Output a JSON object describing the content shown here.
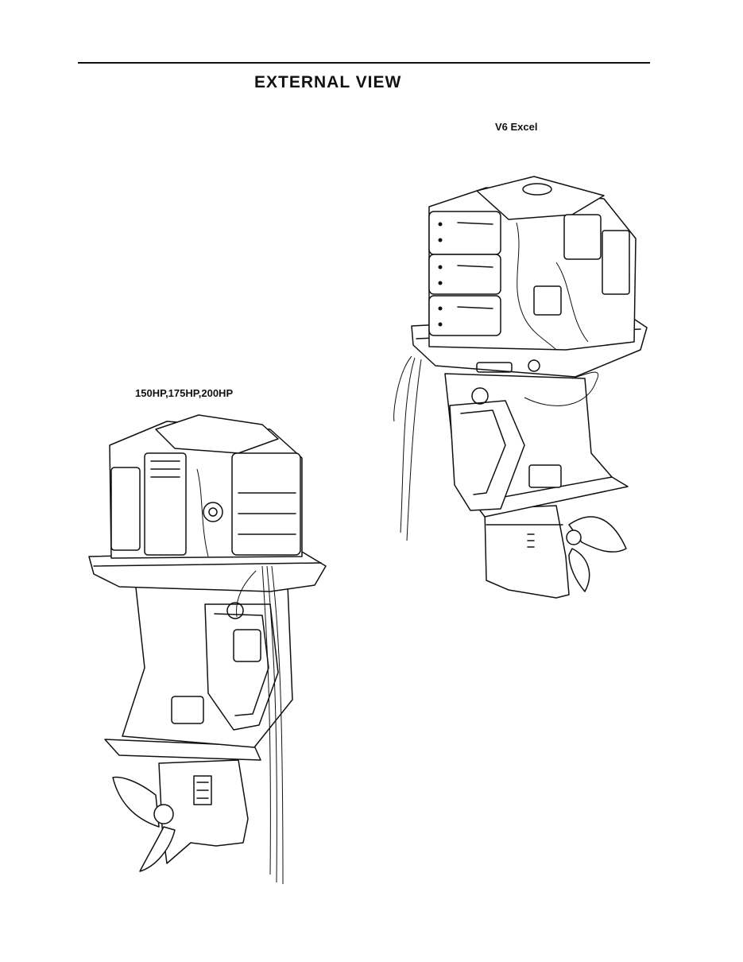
{
  "header": {
    "title": "EXTERNAL VIEW"
  },
  "figures": {
    "v6_excel": {
      "caption": "V6 Excel",
      "icon": "outboard-motor-illustration"
    },
    "standard_models": {
      "caption": "150HP,175HP,200HP",
      "icon": "outboard-motor-illustration"
    }
  }
}
